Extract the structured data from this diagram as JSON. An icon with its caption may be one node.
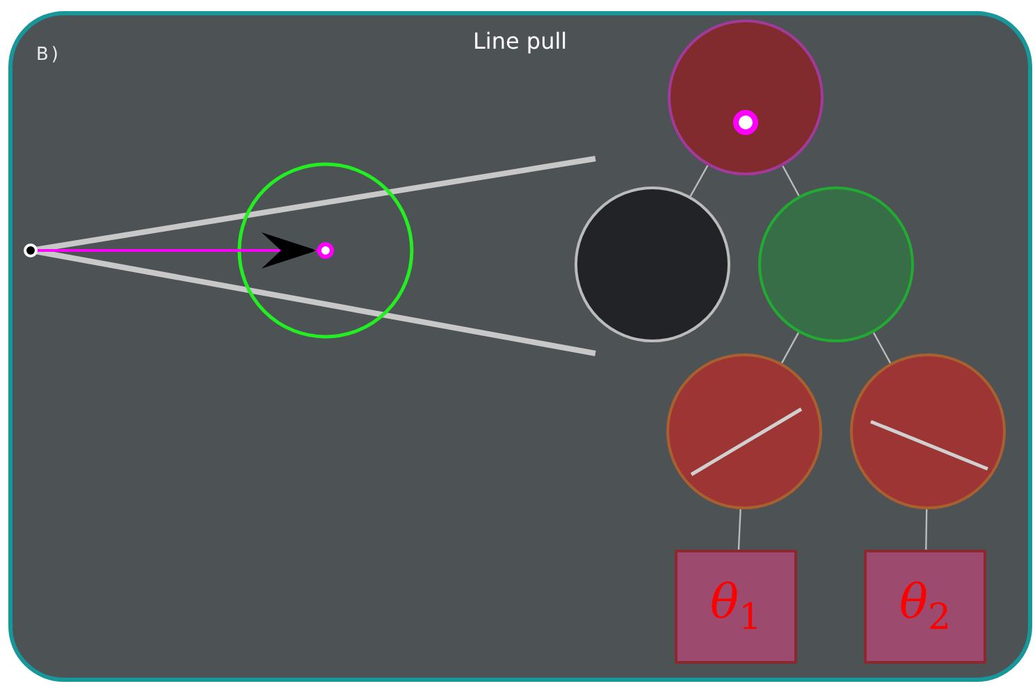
{
  "diagram": {
    "title": "Line pull",
    "nodes": [
      {
        "text": [],
        "shape": "circle"
      },
      {
        "text": [],
        "shape": "circle"
      },
      {
        "text": [],
        "shape": "circle"
      },
      {
        "text": [],
        "shape": "circle"
      },
      {
        "text": [],
        "shape": "circle"
      },
      {
        "text": [],
        "shape": "circle"
      },
      {
        "text": [],
        "shape": "circle"
      },
      {
        "text": [
          "*θ*$_{1}$"
        ]
      },
      {
        "text": [
          "*θ*$_{2}$"
        ]
      }
    ],
    "edges": [
      {
        "from": 0,
        "to": 1,
        "arrow": "to",
        "color": "#ff00ff"
      },
      {
        "from": 2,
        "to": 3,
        "arrow": "none"
      },
      {
        "from": 2,
        "to": 4,
        "arrow": "none"
      },
      {
        "from": 4,
        "to": 5,
        "arrow": "none"
      },
      {
        "from": 4,
        "to": 6,
        "arrow": "none"
      },
      {
        "from": 5,
        "to": 7,
        "arrow": "none"
      },
      {
        "from": 6,
        "to": 8,
        "arrow": "none"
      }
    ],
    "labels": [
      "B)"
    ]
  }
}
